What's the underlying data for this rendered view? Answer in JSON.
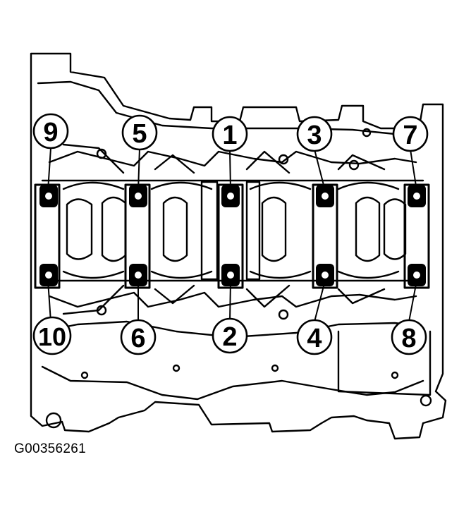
{
  "caption": "G00356261",
  "bolt_labels": {
    "top": [
      "9",
      "5",
      "1",
      "3",
      "7"
    ],
    "bottom": [
      "10",
      "6",
      "2",
      "4",
      "8"
    ]
  },
  "colors": {
    "line": "#000000",
    "background": "#ffffff"
  }
}
